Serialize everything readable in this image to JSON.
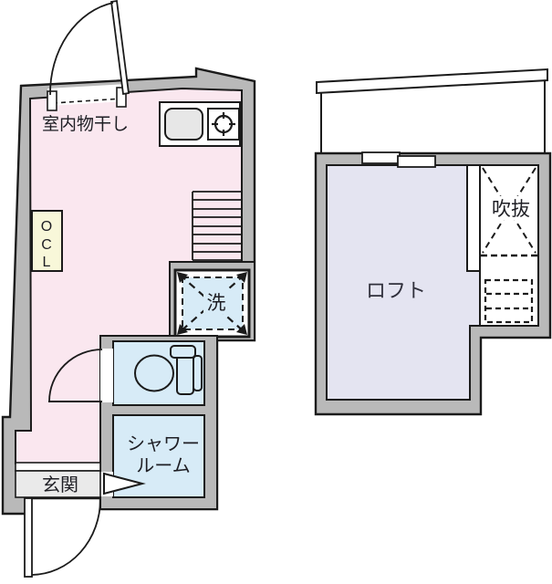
{
  "plan": {
    "type": "floor-plan",
    "floors": 2
  },
  "colors": {
    "wall_fill": "#b9b9b9",
    "line": "#1b1b1b",
    "main_room": "#fae7ef",
    "wet_room": "#d7ebf7",
    "loft_room": "#e4e4f1",
    "closet": "#f8f7d9",
    "entry_floor": "#eaeaea",
    "sink": "#e7e7e7",
    "paper": "#ffffff"
  },
  "floor1": {
    "drying_label": "室内物干し",
    "closet_letters": [
      "O",
      "C",
      "L"
    ],
    "washer_label": "洗",
    "shower_label": [
      "シャワー",
      "ルーム"
    ],
    "entrance_label": "玄関"
  },
  "floor2": {
    "loft_label": "ロフト",
    "void_label": "吹抜"
  }
}
